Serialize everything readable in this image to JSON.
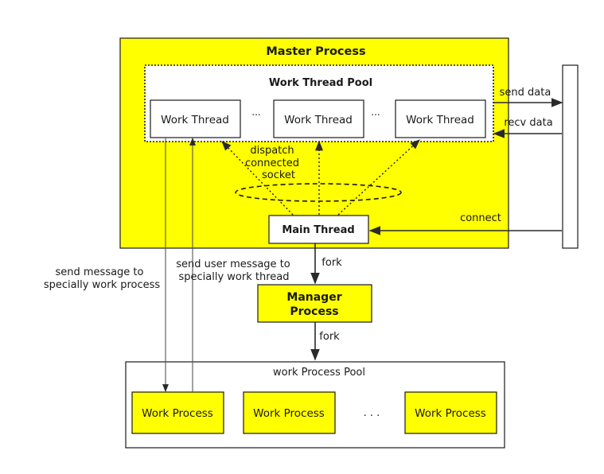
{
  "master": {
    "title": "Master Process"
  },
  "thread_pool": {
    "title": "Work Thread Pool",
    "threads": [
      "Work Thread",
      "Work Thread",
      "Work Thread"
    ],
    "ellipsis": "..."
  },
  "main_thread": {
    "label": "Main Thread"
  },
  "dispatch_label": [
    "dispatch",
    "connected",
    "socket"
  ],
  "right_edge": {
    "send_data": "send data",
    "recv_data": "recv data",
    "connect": "connect"
  },
  "fork_top": "fork",
  "fork_bottom": "fork",
  "manager": {
    "lines": [
      "Manager",
      "Process"
    ]
  },
  "send_message_label": [
    "send message to",
    "specially work process"
  ],
  "send_user_message_label": [
    "send user message to",
    "specially work thread"
  ],
  "process_pool": {
    "title": "work Process Pool",
    "processes": [
      "Work Process",
      "Work Process",
      "Work Process"
    ],
    "ellipsis": ". . ."
  },
  "colors": {
    "fill": "#ffff00",
    "stroke": "#1a1a1a",
    "line": "#333333"
  }
}
